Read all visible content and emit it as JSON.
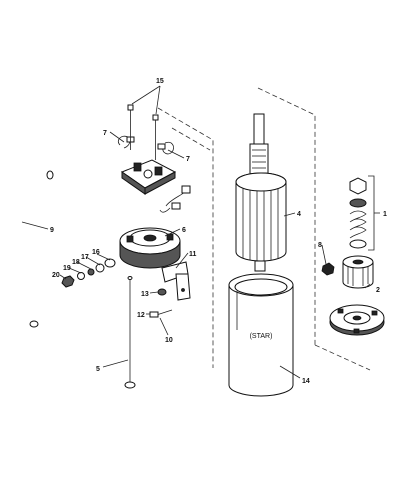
{
  "callouts": [
    "1",
    "2",
    "4",
    "5",
    "6",
    "7",
    "7",
    "8",
    "9",
    "10",
    "11",
    "12",
    "13",
    "14",
    "15",
    "16",
    "17",
    "18",
    "19",
    "20"
  ],
  "housing_label": "(STAR)"
}
